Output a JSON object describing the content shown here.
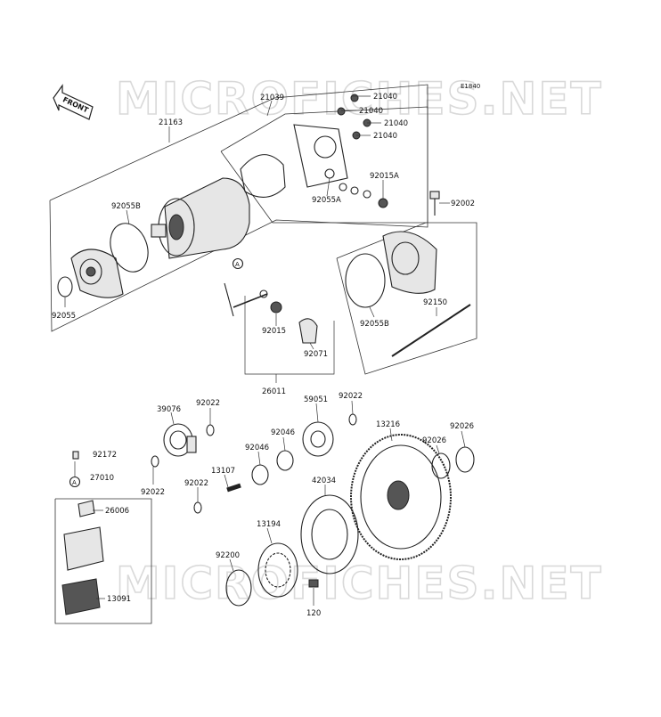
{
  "diagram": {
    "code": "E1840",
    "front_label": "FRONT",
    "watermark": "MICROFICHES.NET",
    "ref_a": "A",
    "parts": [
      "21163",
      "21039",
      "21040",
      "21040",
      "21040",
      "21040",
      "92055A",
      "92015A",
      "92002",
      "92055B",
      "92055",
      "92055B",
      "92150",
      "92015",
      "92071",
      "26011",
      "39076",
      "92022",
      "59051",
      "92022",
      "13216",
      "92046",
      "92046",
      "92026",
      "92026",
      "92172",
      "27010",
      "26006",
      "13091",
      "13107",
      "92022",
      "92022",
      "42034",
      "13194",
      "92200",
      "120"
    ]
  }
}
